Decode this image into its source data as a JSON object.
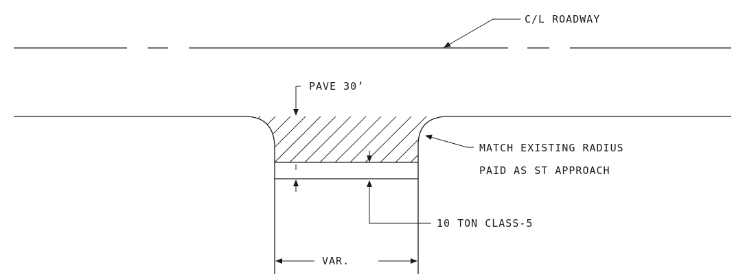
{
  "labels": {
    "centerline": "C/L ROADWAY",
    "pave": "PAVE 30’",
    "radius_line1": "MATCH EXISTING RADIUS",
    "radius_line2": "PAID AS ST APPROACH",
    "aggregate": "10 TON CLASS-5",
    "width": "VAR."
  }
}
